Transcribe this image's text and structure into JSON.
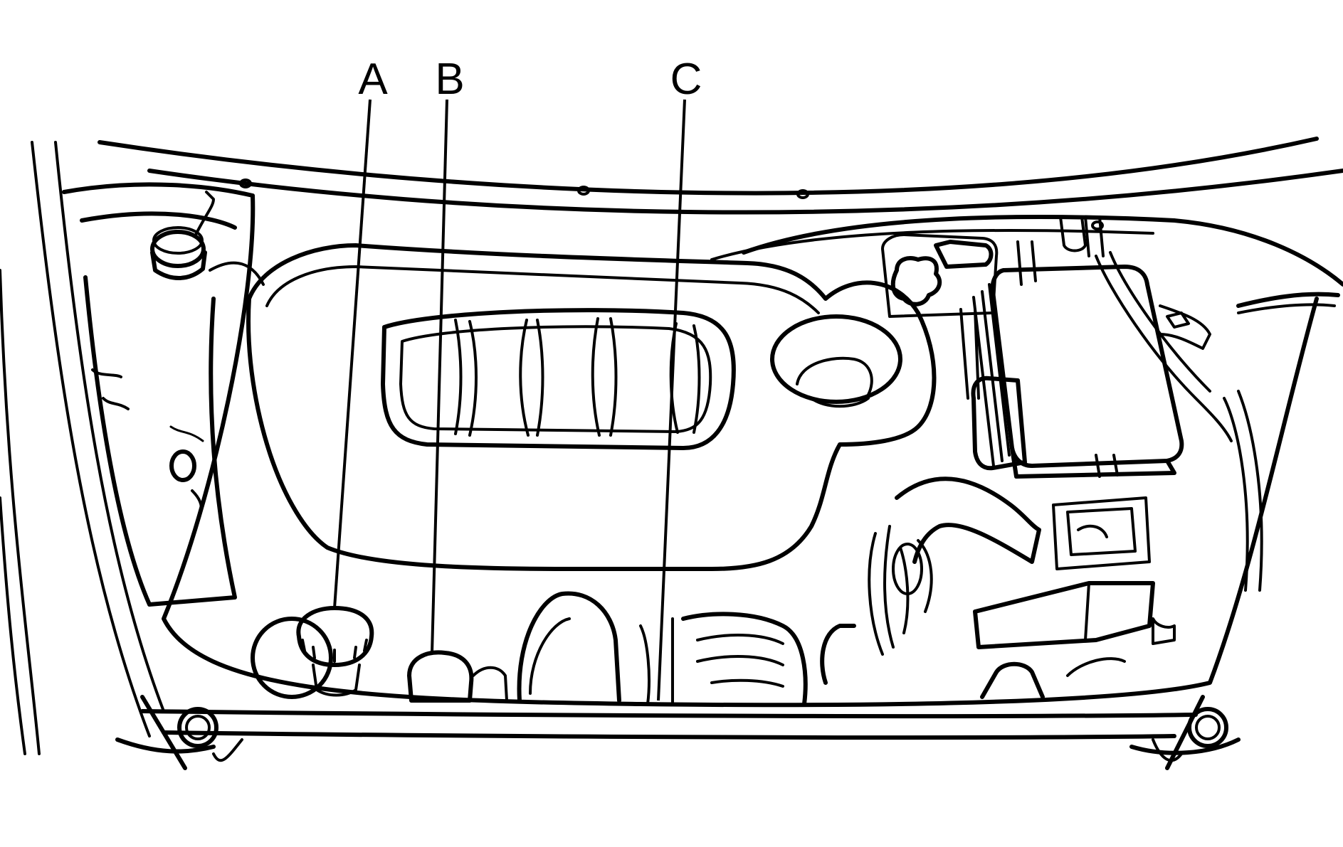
{
  "callouts": [
    {
      "letter": "A"
    },
    {
      "letter": "B"
    },
    {
      "letter": "C"
    }
  ]
}
